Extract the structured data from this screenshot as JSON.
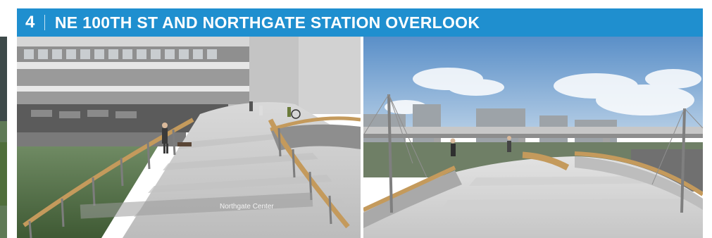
{
  "header": {
    "number": "4",
    "title": "NE 100TH ST AND NORTHGATE STATION OVERLOOK",
    "color": "#1f8fcf"
  },
  "left_view": {
    "signs": {
      "northgate_center": "Northgate Center"
    }
  }
}
